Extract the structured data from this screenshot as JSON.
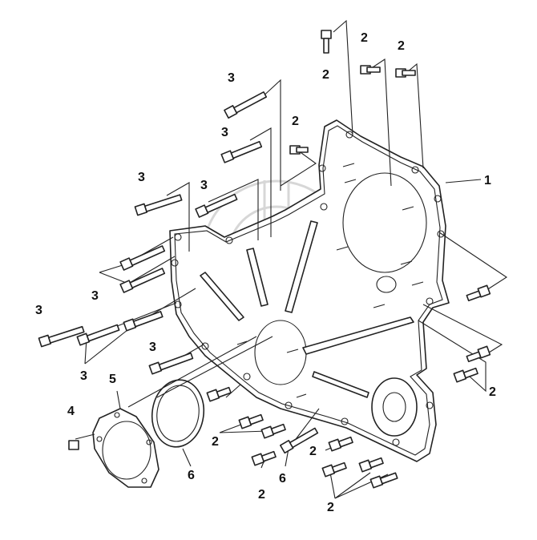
{
  "diagram": {
    "title": "",
    "callouts": [
      {
        "id": "c1",
        "text": "1"
      },
      {
        "id": "c2a",
        "text": "2"
      },
      {
        "id": "c2b",
        "text": "2"
      },
      {
        "id": "c2c",
        "text": "2"
      },
      {
        "id": "c2d",
        "text": "2"
      },
      {
        "id": "c2e",
        "text": "2"
      },
      {
        "id": "c2f",
        "text": "2"
      },
      {
        "id": "c2g",
        "text": "2"
      },
      {
        "id": "c2h",
        "text": "2"
      },
      {
        "id": "c2i",
        "text": "2"
      },
      {
        "id": "c3a",
        "text": "3"
      },
      {
        "id": "c3b",
        "text": "3"
      },
      {
        "id": "c3c",
        "text": "3"
      },
      {
        "id": "c3d",
        "text": "3"
      },
      {
        "id": "c3e",
        "text": "3"
      },
      {
        "id": "c3f",
        "text": "3"
      },
      {
        "id": "c3g",
        "text": "3"
      },
      {
        "id": "c3h",
        "text": "3"
      },
      {
        "id": "c4",
        "text": "4"
      },
      {
        "id": "c5",
        "text": "5"
      },
      {
        "id": "c6a",
        "text": "6"
      },
      {
        "id": "c6b",
        "text": "6"
      }
    ]
  }
}
